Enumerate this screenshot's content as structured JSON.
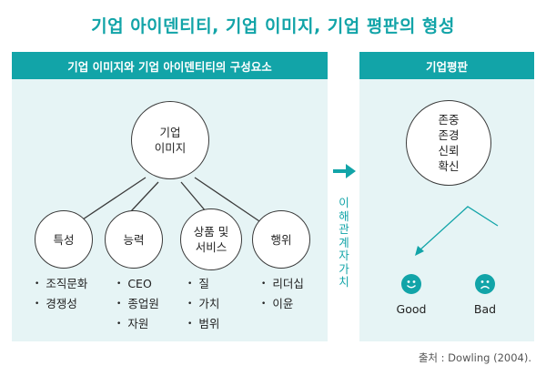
{
  "title": "기업 아이덴티티, 기업 이미지, 기업 평판의 형성",
  "left_panel": {
    "header": "기업 이미지와 기업 아이덴티티의 구성요소",
    "center_circle": "기업\n이미지",
    "components": [
      {
        "label": "특성",
        "items": [
          "조직문화",
          "경쟁성"
        ]
      },
      {
        "label": "능력",
        "items": [
          "CEO",
          "종업원",
          "자원"
        ]
      },
      {
        "label": "상품 및\n서비스",
        "items": [
          "질",
          "가치",
          "범위"
        ]
      },
      {
        "label": "행위",
        "items": [
          "리더십",
          "이윤"
        ]
      }
    ]
  },
  "connector": {
    "vertical_text": "이해관계자 가치"
  },
  "right_panel": {
    "header": "기업평판",
    "circle": "존중\n존경\n신뢰\n확신",
    "outcomes": [
      {
        "label": "Good",
        "icon": "smiley-face-icon"
      },
      {
        "label": "Bad",
        "icon": "sad-face-icon"
      }
    ]
  },
  "source": "출처 : Dowling (2004).",
  "colors": {
    "accent": "#12a4a8",
    "panel_bg": "#e6f4f5",
    "line": "#3a3a3a"
  }
}
